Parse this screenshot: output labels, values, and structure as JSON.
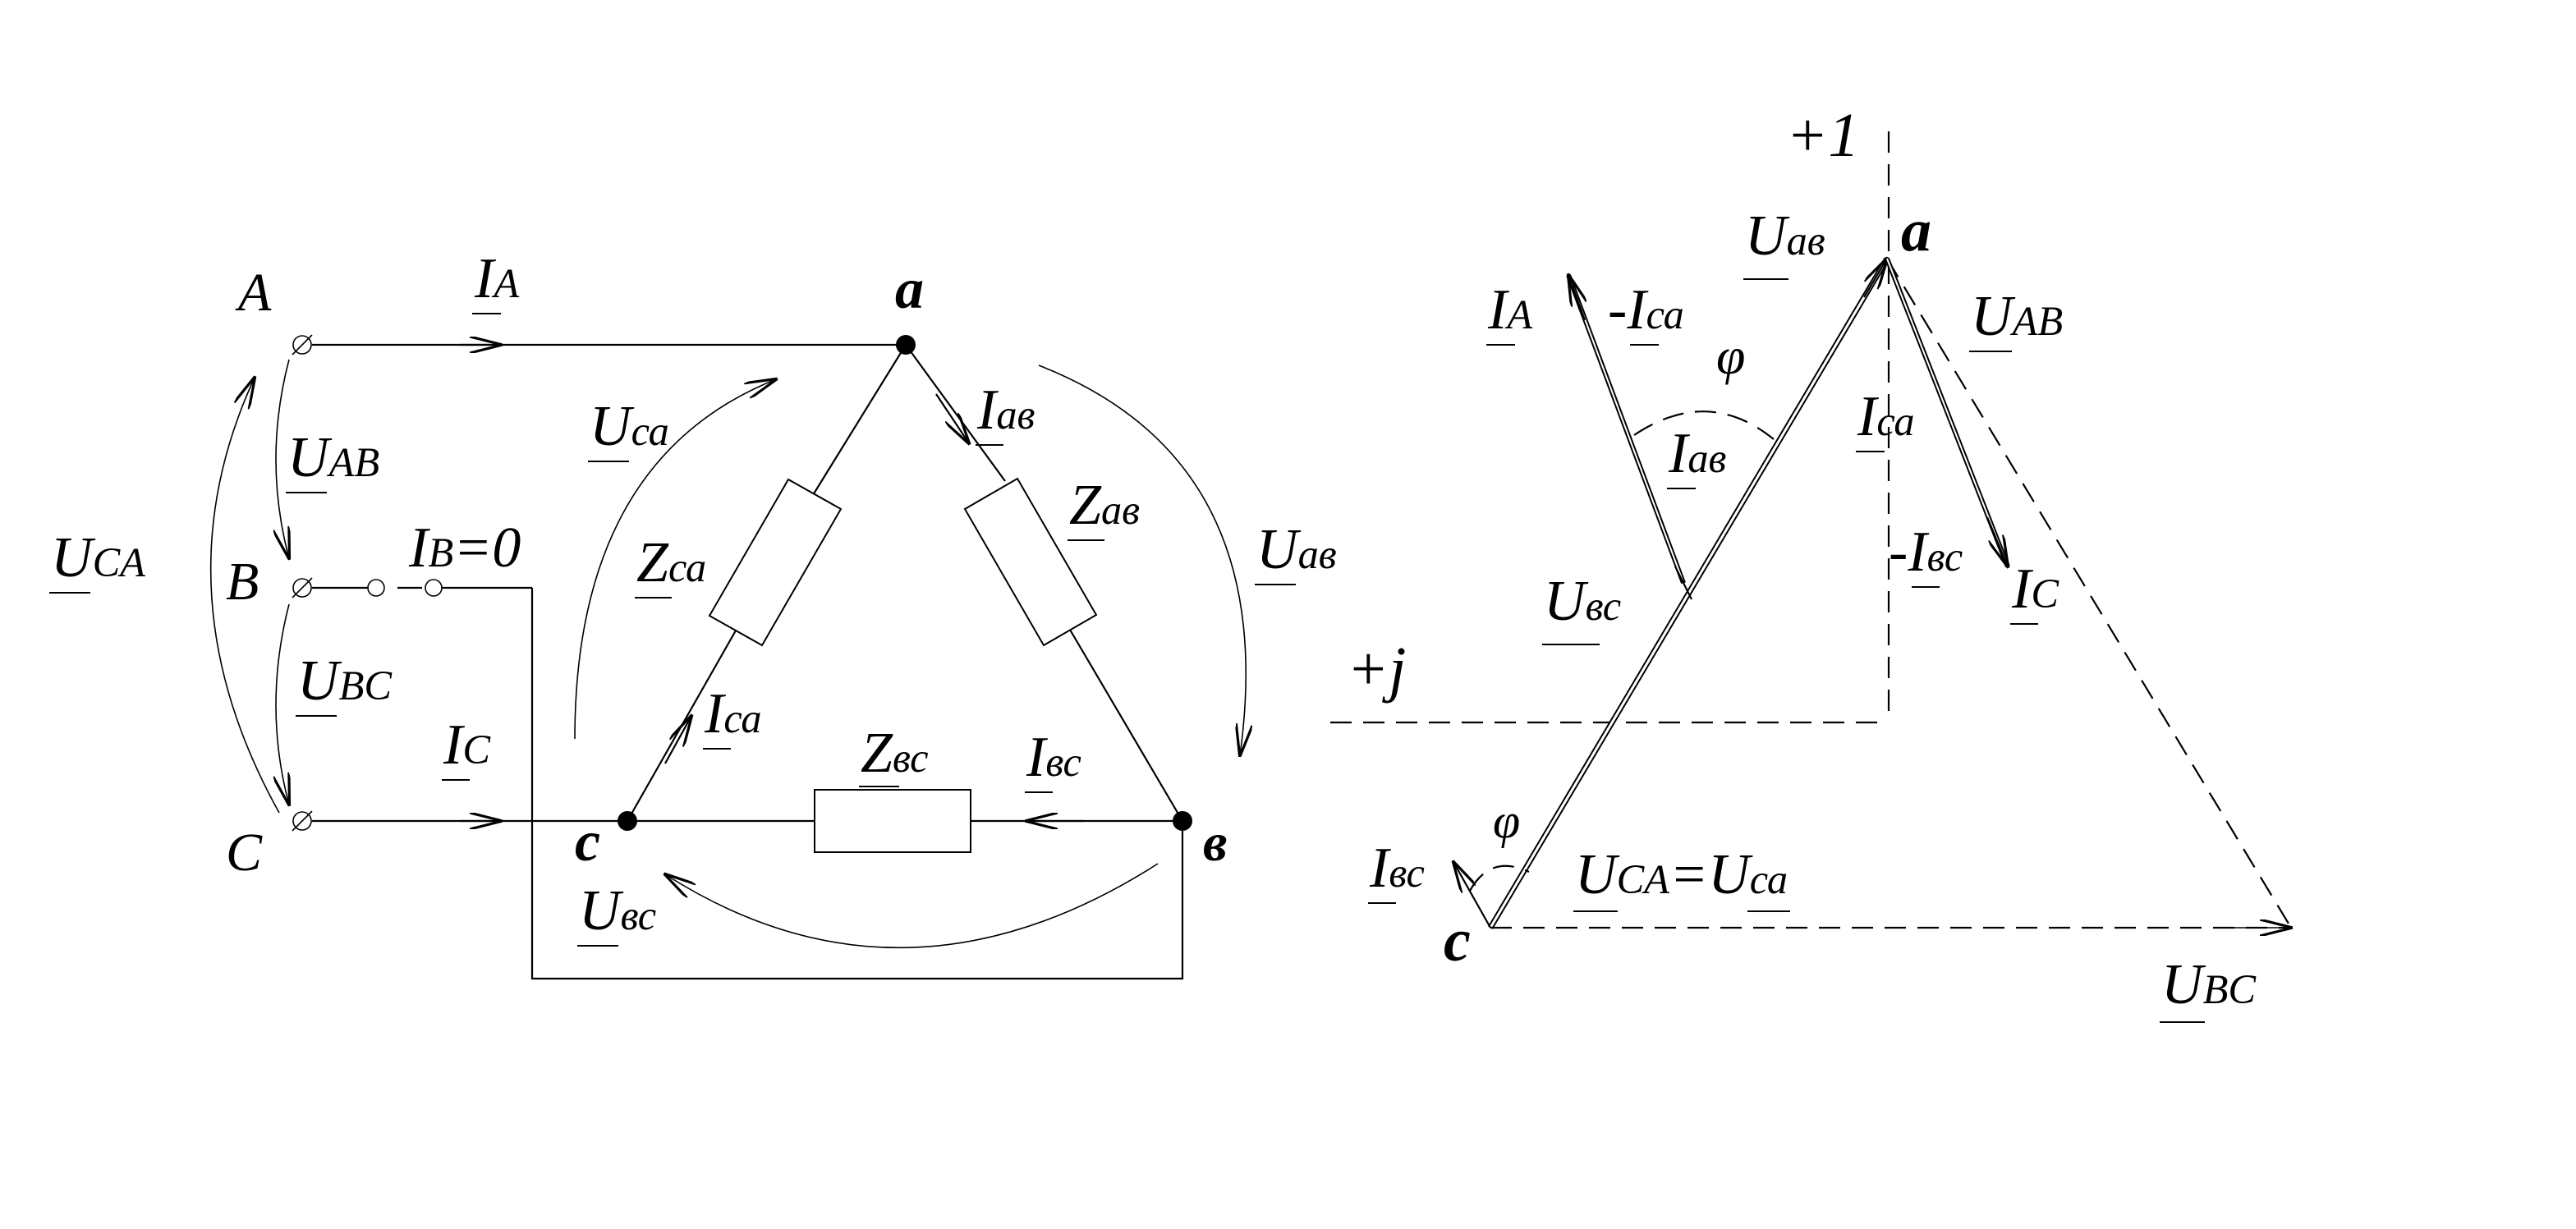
{
  "colors": {
    "line": "#000000",
    "background": "#ffffff"
  },
  "circuit": {
    "terminals": {
      "A": "A",
      "B": "B",
      "C": "C"
    },
    "nodes": {
      "a": "a",
      "b": "в",
      "c": "c"
    },
    "currents": {
      "IA": {
        "main": "I",
        "sub": "A"
      },
      "IB": {
        "main": "I",
        "sub": "B",
        "suffix": "=0"
      },
      "IC": {
        "main": "I",
        "sub": "C"
      },
      "Iab": {
        "main": "I",
        "sub": "ав"
      },
      "Ica": {
        "main": "I",
        "sub": "са"
      },
      "Ibc": {
        "main": "I",
        "sub": "вс"
      }
    },
    "voltages": {
      "UAB": {
        "main": "U",
        "sub": "AB"
      },
      "UBC": {
        "main": "U",
        "sub": "BC"
      },
      "UCA": {
        "main": "U",
        "sub": "CA"
      },
      "Uca": {
        "main": "U",
        "sub": "са"
      },
      "Uab": {
        "main": "U",
        "sub": "ав"
      },
      "Ubc": {
        "main": "U",
        "sub": "вс"
      }
    },
    "impedances": {
      "Zca": {
        "main": "Z",
        "sub": "са"
      },
      "Zab": {
        "main": "Z",
        "sub": "ав"
      },
      "Zbc": {
        "main": "Z",
        "sub": "вс"
      }
    }
  },
  "phasor": {
    "axis_real": "+1",
    "axis_imag": "+j",
    "node_a": "a",
    "node_c": "c",
    "phi": "φ",
    "labels": {
      "Uab": {
        "main": "U",
        "sub": "ав"
      },
      "UAB": {
        "main": "U",
        "sub": "AB"
      },
      "IA": {
        "main": "I",
        "sub": "A"
      },
      "minus_Ica": {
        "prefix": "-",
        "main": "I",
        "sub": "са"
      },
      "Ica": {
        "main": "I",
        "sub": "са"
      },
      "Iab": {
        "main": "I",
        "sub": "ав"
      },
      "minus_Ibc": {
        "prefix": "-",
        "main": "I",
        "sub": "вс"
      },
      "IC": {
        "main": "I",
        "sub": "C"
      },
      "Ubc": {
        "main": "U",
        "sub": "вс"
      },
      "Ibc": {
        "main": "I",
        "sub": "вс"
      },
      "UCA": {
        "main": "U",
        "sub": "CA"
      },
      "eq": "=",
      "Uca": {
        "main": "U",
        "sub": "са"
      },
      "UBC": {
        "main": "U",
        "sub": "BC"
      }
    }
  }
}
